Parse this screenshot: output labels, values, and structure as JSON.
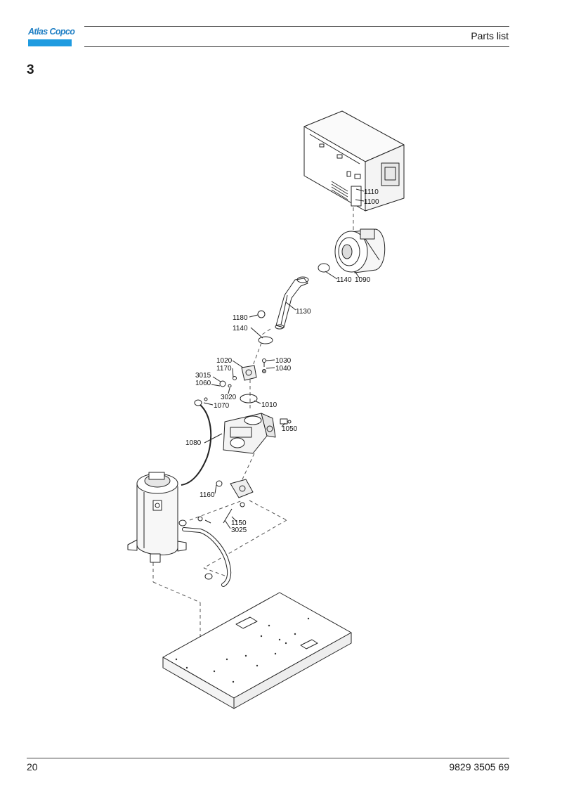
{
  "header": {
    "logo_text": "Atlas Copco",
    "title": "Parts list"
  },
  "section": {
    "number": "3"
  },
  "callouts": {
    "c1110": "1110",
    "c1100": "1100",
    "c1140a": "1140",
    "c1090": "1090",
    "c1130": "1130",
    "c1180": "1180",
    "c1140b": "1140",
    "c1020": "1020",
    "c1170": "1170",
    "c1030": "1030",
    "c1040": "1040",
    "c3015": "3015",
    "c1060": "1060",
    "c3020": "3020",
    "c1070": "1070",
    "c1010": "1010",
    "c1050": "1050",
    "c1080": "1080",
    "c1160": "1160",
    "c1150": "1150",
    "c3025": "3025"
  },
  "footer": {
    "page_number": "20",
    "doc_number": "9829 3505 69"
  }
}
